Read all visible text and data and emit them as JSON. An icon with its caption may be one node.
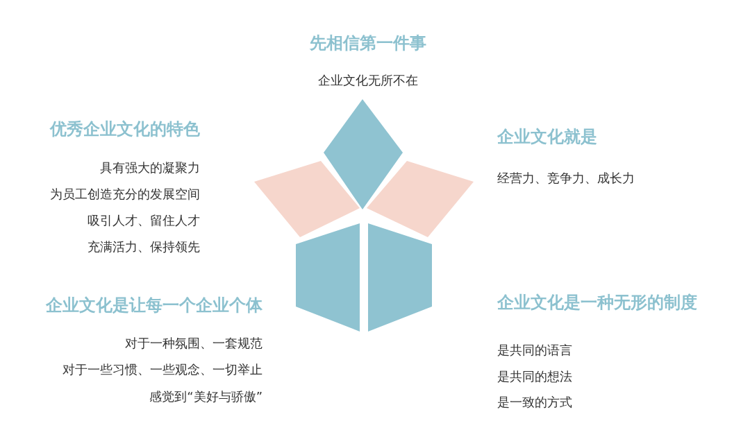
{
  "diagram": {
    "labels": [
      "先相信第一件事",
      "企业文化无所不在",
      "优秀企业文化的特色",
      "具有强大的凝聚力",
      "为员工创造充分的发展空间",
      "吸引人才、留住人才",
      "充满活力、保持领先",
      "企业文化就是",
      "经营力、竞争力、成长力",
      "企业文化是让每一个企业个体",
      "对于一种氛围、一套规范",
      "对于一些习惯、一些观念、一切举止",
      "感觉到“美好与骄傲”",
      "企业文化是一种无形的制度",
      "是共同的语言",
      "是共同的想法",
      "是一致的方式"
    ]
  }
}
